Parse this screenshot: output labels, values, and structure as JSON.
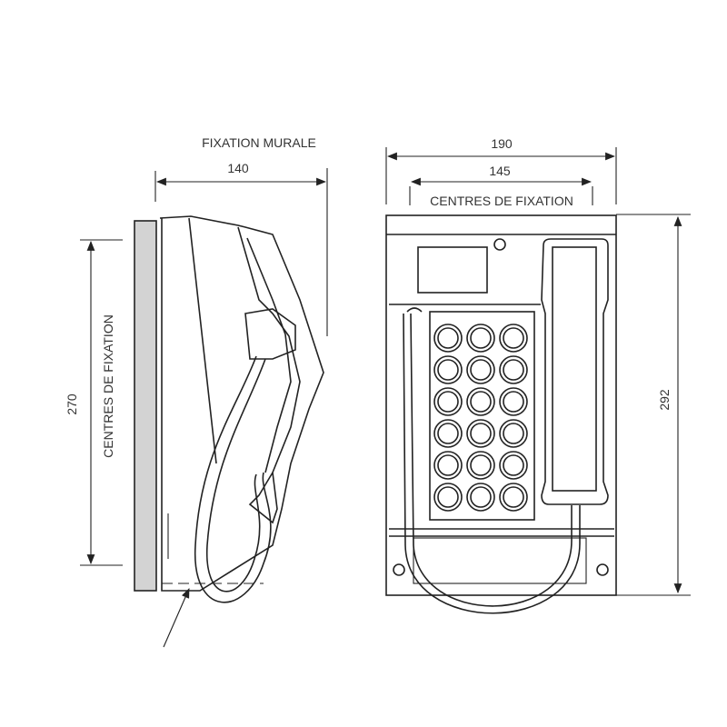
{
  "side_view": {
    "title": "FIXATION MURALE",
    "depth_dimension": "140",
    "height_dimension": "270",
    "height_label": "CENTRES DE FIXATION"
  },
  "front_view": {
    "width_dimension": "190",
    "fixing_width_dimension": "145",
    "fixing_label": "CENTRES DE FIXATION",
    "height_dimension": "292",
    "keypad": {
      "rows": 6,
      "cols": 3
    }
  },
  "colors": {
    "line": "#222222",
    "wall_plate": "#d3d3d3"
  }
}
